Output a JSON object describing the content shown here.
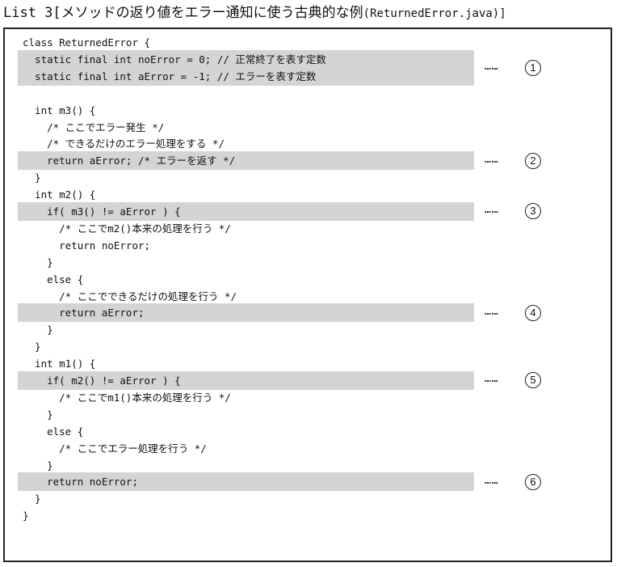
{
  "title": {
    "main": "List 3[メソッドの返り値をエラー通知に使う古典的な例",
    "classname": "(ReturnedError.java)]"
  },
  "code": [
    "class ReturnedError {",
    "  static final int noError = 0; // 正常終了を表す定数",
    "  static final int aError = -1; // エラーを表す定数",
    "",
    "  int m3() {",
    "    /* ここでエラー発生 */",
    "    /* できるだけのエラー処理をする */",
    "    return aError; /* エラーを返す */",
    "  }",
    "  int m2() {",
    "    if( m3() != aError ) {",
    "      /* ここでm2()本来の処理を行う */",
    "      return noError;",
    "    }",
    "    else {",
    "      /* ここでできるだけの処理を行う */",
    "      return aError;",
    "    }",
    "  }",
    "  int m1() {",
    "    if( m2() != aError ) {",
    "      /* ここでm1()本来の処理を行う */",
    "    }",
    "    else {",
    "      /* ここでエラー処理を行う */",
    "    }",
    "    return noError;",
    "  }",
    "}"
  ],
  "callouts": [
    {
      "dots": "……",
      "label": "1"
    },
    {
      "dots": "……",
      "label": "2"
    },
    {
      "dots": "……",
      "label": "3"
    },
    {
      "dots": "……",
      "label": "4"
    },
    {
      "dots": "……",
      "label": "5"
    },
    {
      "dots": "……",
      "label": "6"
    }
  ]
}
